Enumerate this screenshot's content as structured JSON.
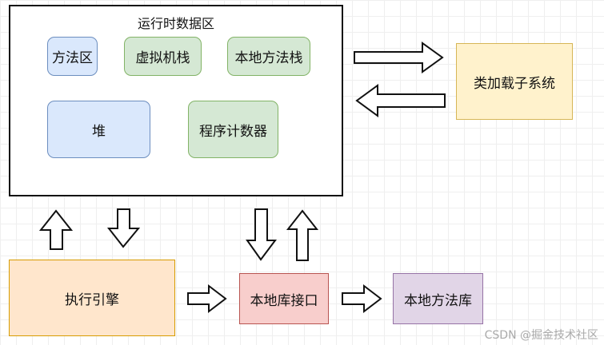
{
  "runtime_area": {
    "label": "运行时数据区"
  },
  "method_area": {
    "label": "方法区"
  },
  "vm_stack": {
    "label": "虚拟机栈"
  },
  "native_method_stack": {
    "label": "本地方法栈"
  },
  "heap": {
    "label": "堆"
  },
  "pc_register": {
    "label": "程序计数器"
  },
  "class_loader": {
    "label": "类加载子系统"
  },
  "execution_engine": {
    "label": "执行引擎"
  },
  "native_interface": {
    "label": "本地库接口"
  },
  "native_library": {
    "label": "本地方法库"
  },
  "watermark": {
    "label": "CSDN @掘金技术社区"
  },
  "colors": {
    "blue_fill": "#dae8fc",
    "green_fill": "#d5e8d4",
    "orange_fill": "#ffe6cc",
    "yellow_fill": "#fff2cc",
    "red_fill": "#f8cecc",
    "purple_fill": "#e1d5e7"
  }
}
